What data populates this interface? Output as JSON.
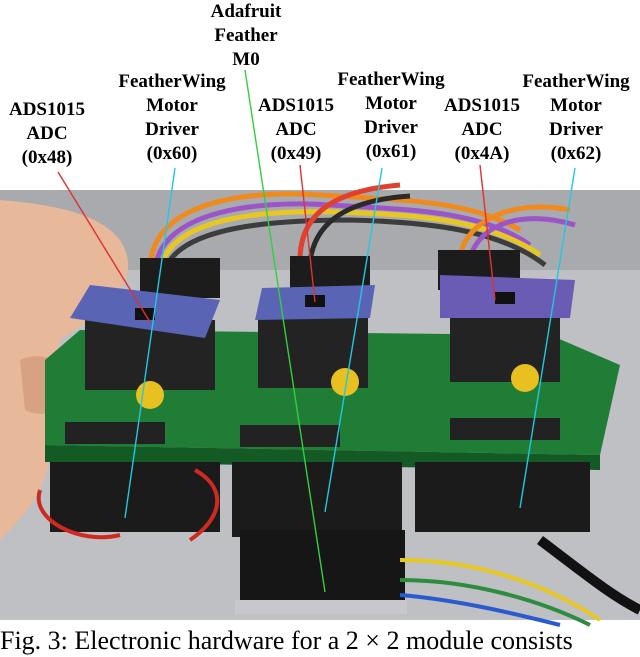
{
  "labels": {
    "adc1": {
      "lines": [
        "ADS1015",
        "ADC",
        "(0x48)"
      ],
      "color": "#e03030"
    },
    "motor1": {
      "lines": [
        "FeatherWing",
        "Motor",
        "Driver",
        "(0x60)"
      ],
      "color": "#20c8e0"
    },
    "feather": {
      "lines": [
        "Adafruit",
        "Feather",
        "M0"
      ],
      "color": "#30d040"
    },
    "adc2": {
      "lines": [
        "ADS1015",
        "ADC",
        "(0x49)"
      ],
      "color": "#e03030"
    },
    "motor2": {
      "lines": [
        "FeatherWing",
        "Motor",
        "Driver",
        "(0x61)"
      ],
      "color": "#20c8e0"
    },
    "adc3": {
      "lines": [
        "ADS1015",
        "ADC",
        "(0x4A)"
      ],
      "color": "#e03030"
    },
    "motor3": {
      "lines": [
        "FeatherWing",
        "Motor",
        "Driver",
        "(0x62)"
      ],
      "color": "#20c8e0"
    }
  },
  "caption": "Fig. 3: Electronic hardware for a 2 × 2 module consists"
}
